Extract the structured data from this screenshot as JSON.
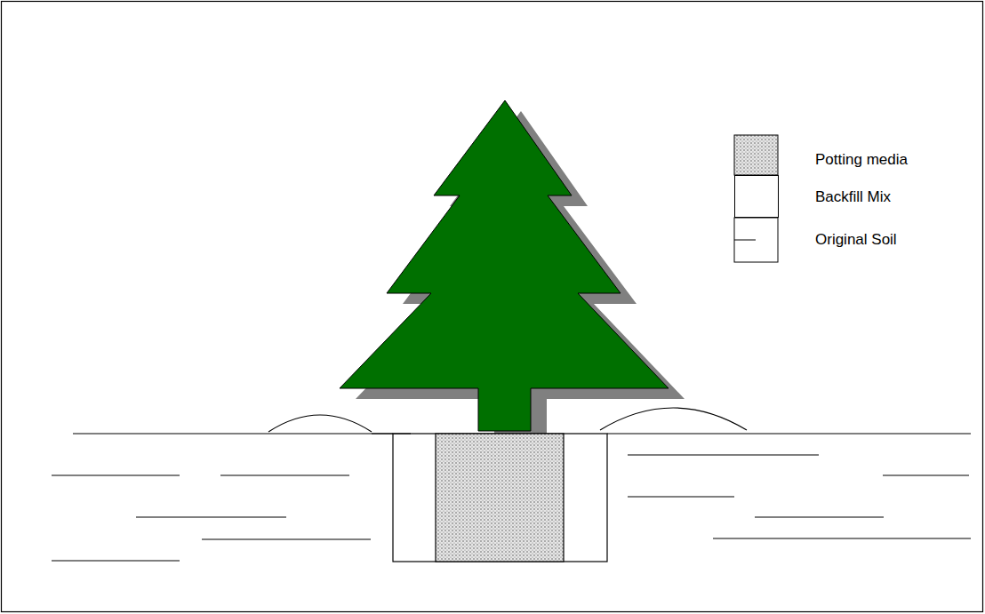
{
  "diagram": {
    "legend": [
      {
        "text": "Potting media"
      },
      {
        "text": "Backfill Mix",
        "color": "#ffffff"
      },
      {
        "text": "Original Soil"
      }
    ]
  }
}
